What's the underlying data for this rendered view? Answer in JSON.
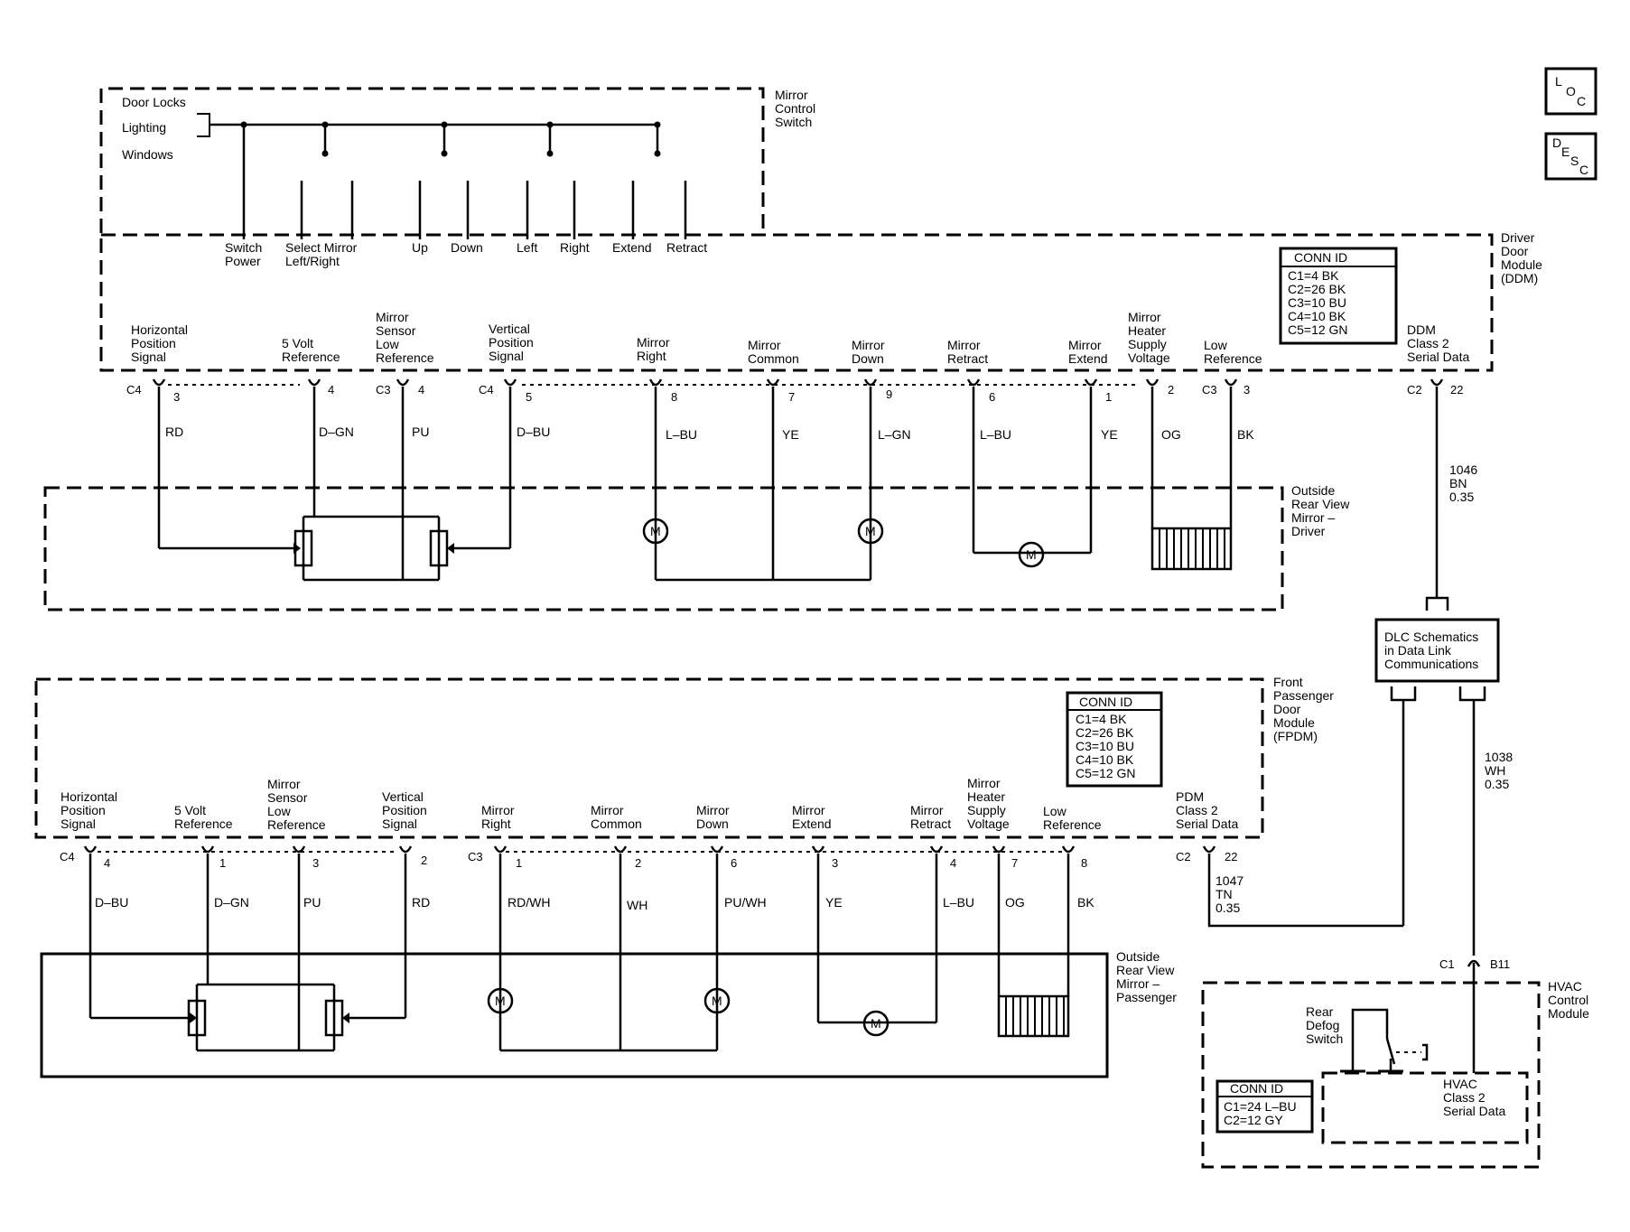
{
  "icons": {
    "loc": [
      "L",
      "O",
      "C"
    ],
    "desc": [
      "D",
      "E",
      "S",
      "C"
    ]
  },
  "mirror_switch": {
    "title": [
      "Mirror",
      "Control",
      "Switch"
    ],
    "inputs": [
      "Door Locks",
      "Lighting",
      "Windows"
    ],
    "terminals": [
      [
        "Switch",
        "Power"
      ],
      [
        "Select Mirror",
        "Left/Right"
      ],
      [
        "Up"
      ],
      [
        "Down"
      ],
      [
        "Left"
      ],
      [
        "Right"
      ],
      [
        "Extend"
      ],
      [
        "Retract"
      ]
    ]
  },
  "ddm": {
    "title": [
      "Driver",
      "Door",
      "Module",
      "(DDM)"
    ],
    "conn_id": {
      "header": "CONN ID",
      "lines": [
        "C1=4 BK",
        "C2=26 BK",
        "C3=10 BU",
        "C4=10 BK",
        "C5=12 GN"
      ]
    },
    "pins": [
      {
        "label": [
          "Horizontal",
          "Position",
          "Signal"
        ],
        "conn": "C4",
        "pin": "3",
        "wire": "RD"
      },
      {
        "label": [
          "5 Volt",
          "Reference"
        ],
        "conn": "",
        "pin": "4",
        "wire": "D–GN"
      },
      {
        "label": [
          "Mirror",
          "Sensor",
          "Low",
          "Reference"
        ],
        "conn": "C3",
        "pin": "4",
        "wire": "PU"
      },
      {
        "label": [
          "Vertical",
          "Position",
          "Signal"
        ],
        "conn": "C4",
        "pin": "5",
        "wire": "D–BU"
      },
      {
        "label": [
          "Mirror",
          "Right"
        ],
        "conn": "",
        "pin": "8",
        "wire": "L–BU"
      },
      {
        "label": [
          "Mirror",
          "Common"
        ],
        "conn": "",
        "pin": "7",
        "wire": "YE"
      },
      {
        "label": [
          "Mirror",
          "Down"
        ],
        "conn": "",
        "pin": "9",
        "wire": "L–GN"
      },
      {
        "label": [
          "Mirror",
          "Retract"
        ],
        "conn": "",
        "pin": "6",
        "wire": "L–BU"
      },
      {
        "label": [
          "Mirror",
          "Extend"
        ],
        "conn": "",
        "pin": "1",
        "wire": "YE"
      },
      {
        "label": [
          "Mirror",
          "Heater",
          "Supply",
          "Voltage"
        ],
        "conn": "",
        "pin": "2",
        "wire": "OG"
      },
      {
        "label": [
          "Low",
          "Reference"
        ],
        "conn": "C3",
        "pin": "3",
        "wire": "BK"
      },
      {
        "label": [
          "DDM",
          "Class 2",
          "Serial Data"
        ],
        "conn": "C2",
        "pin": "22",
        "wire": ""
      }
    ],
    "serial_wire": [
      "1046",
      "BN",
      "0.35"
    ]
  },
  "mirror_driver": {
    "title": [
      "Outside",
      "Rear View",
      "Mirror –",
      "Driver"
    ]
  },
  "motor_symbol": "M",
  "dlc": [
    "DLC Schematics",
    "in Data Link",
    "Communications"
  ],
  "fpdm": {
    "title": [
      "Front",
      "Passenger",
      "Door",
      "Module",
      "(FPDM)"
    ],
    "conn_id": {
      "header": "CONN ID",
      "lines": [
        "C1=4 BK",
        "C2=26 BK",
        "C3=10 BU",
        "C4=10 BK",
        "C5=12 GN"
      ]
    },
    "pins": [
      {
        "label": [
          "Horizontal",
          "Position",
          "Signal"
        ],
        "conn": "C4",
        "pin": "4",
        "wire": "D–BU"
      },
      {
        "label": [
          "5 Volt",
          "Reference"
        ],
        "conn": "",
        "pin": "1",
        "wire": "D–GN"
      },
      {
        "label": [
          "Mirror",
          "Sensor",
          "Low",
          "Reference"
        ],
        "conn": "",
        "pin": "3",
        "wire": "PU"
      },
      {
        "label": [
          "Vertical",
          "Position",
          "Signal"
        ],
        "conn": "",
        "pin": "2",
        "wire": "RD"
      },
      {
        "label": [
          "Mirror",
          "Right"
        ],
        "conn": "C3",
        "pin": "1",
        "wire": "RD/WH"
      },
      {
        "label": [
          "Mirror",
          "Common"
        ],
        "conn": "",
        "pin": "2",
        "wire": "WH"
      },
      {
        "label": [
          "Mirror",
          "Down"
        ],
        "conn": "",
        "pin": "6",
        "wire": "PU/WH"
      },
      {
        "label": [
          "Mirror",
          "Extend"
        ],
        "conn": "",
        "pin": "3",
        "wire": "YE"
      },
      {
        "label": [
          "Mirror",
          "Retract"
        ],
        "conn": "",
        "pin": "4",
        "wire": "L–BU"
      },
      {
        "label": [
          "Mirror",
          "Heater",
          "Supply",
          "Voltage"
        ],
        "conn": "",
        "pin": "7",
        "wire": "OG"
      },
      {
        "label": [
          "Low",
          "Reference"
        ],
        "conn": "",
        "pin": "8",
        "wire": "BK"
      },
      {
        "label": [
          "PDM",
          "Class 2",
          "Serial Data"
        ],
        "conn": "C2",
        "pin": "22",
        "wire": ""
      }
    ],
    "serial_wire": [
      "1047",
      "TN",
      "0.35"
    ]
  },
  "mirror_passenger": {
    "title": [
      "Outside",
      "Rear View",
      "Mirror –",
      "Passenger"
    ]
  },
  "wire_1038": [
    "1038",
    "WH",
    "0.35"
  ],
  "hvac": {
    "title": [
      "HVAC",
      "Control",
      "Module"
    ],
    "conn": "C1",
    "pin": "B11",
    "rear_defog": [
      "Rear",
      "Defog",
      "Switch"
    ],
    "serial": [
      "HVAC",
      "Class 2",
      "Serial Data"
    ],
    "conn_id": {
      "header": "CONN ID",
      "lines": [
        "C1=24 L–BU",
        "C2=12 GY"
      ]
    }
  }
}
